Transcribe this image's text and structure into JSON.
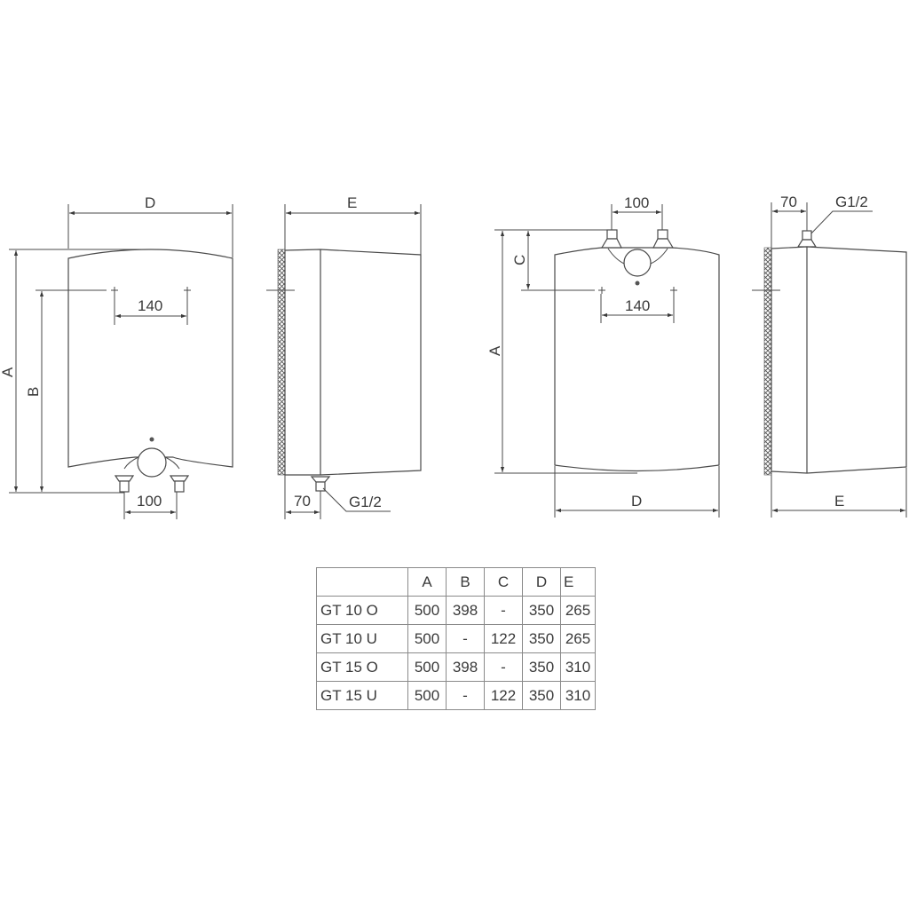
{
  "drawings": {
    "over_sink_front": {
      "width_label": "D",
      "height_label": "A",
      "mount_height_label": "B",
      "mount_spacing": "140",
      "pipe_spacing": "100"
    },
    "over_sink_side": {
      "depth_label": "E",
      "pipe_offset": "70",
      "thread_label": "G1/2"
    },
    "under_sink_front": {
      "pipe_spacing": "100",
      "mount_offset_label": "C",
      "height_label": "A",
      "mount_spacing": "140",
      "width_label": "D"
    },
    "under_sink_side": {
      "pipe_offset": "70",
      "thread_label": "G1/2",
      "depth_label": "E"
    }
  },
  "table": {
    "headers": [
      "",
      "A",
      "B",
      "C",
      "D",
      "E"
    ],
    "rows": [
      {
        "model": "GT 10 O",
        "A": "500",
        "B": "398",
        "C": "-",
        "D": "350",
        "E": "265"
      },
      {
        "model": "GT 10 U",
        "A": "500",
        "B": "-",
        "C": "122",
        "D": "350",
        "E": "265"
      },
      {
        "model": "GT 15 O",
        "A": "500",
        "B": "398",
        "C": "-",
        "D": "350",
        "E": "310"
      },
      {
        "model": "GT 15 U",
        "A": "500",
        "B": "-",
        "C": "122",
        "D": "350",
        "E": "310"
      }
    ]
  }
}
